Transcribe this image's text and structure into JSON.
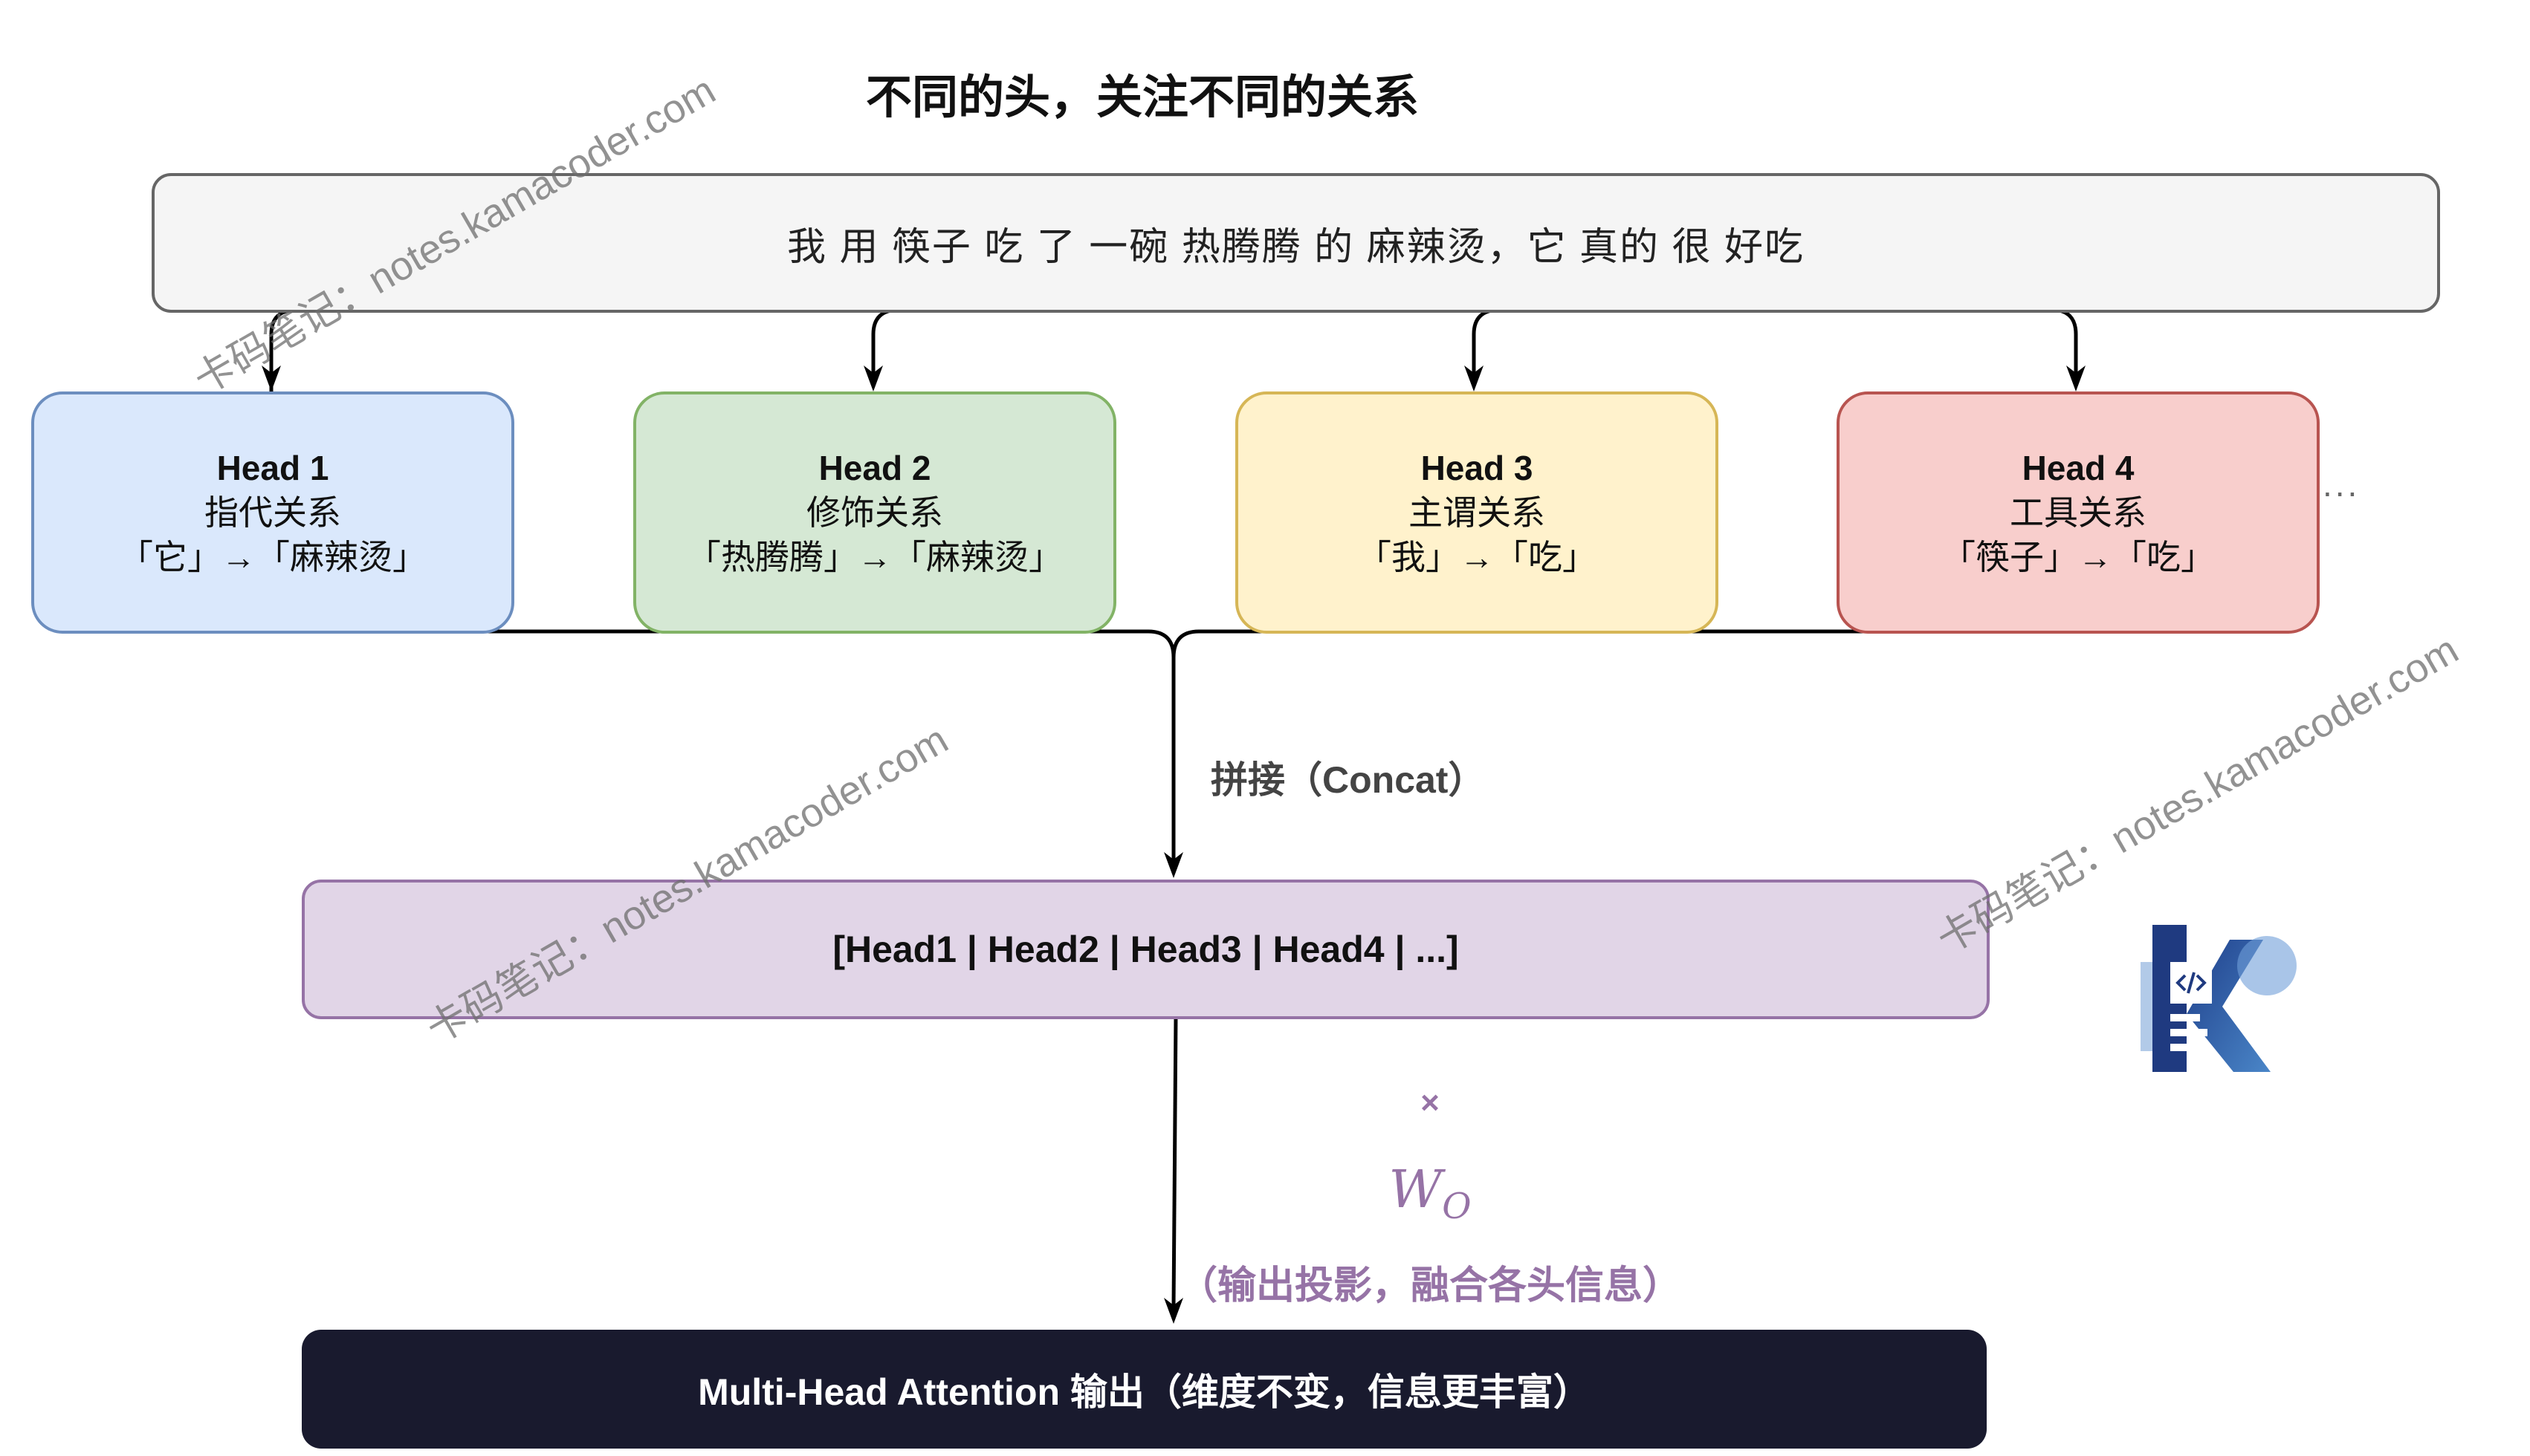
{
  "title": "不同的头，关注不同的关系",
  "sentence": "我 用 筷子 吃 了 一碗 热腾腾 的 麻辣烫，它 真的 很 好吃",
  "heads": [
    {
      "name": "Head 1",
      "relation": "指代关系",
      "example": "「它」→「麻辣烫」"
    },
    {
      "name": "Head 2",
      "relation": "修饰关系",
      "example": "「热腾腾」→「麻辣烫」"
    },
    {
      "name": "Head 3",
      "relation": "主谓关系",
      "example": "「我」→「吃」"
    },
    {
      "name": "Head 4",
      "relation": "工具关系",
      "example": "「筷子」→「吃」"
    }
  ],
  "more_heads": "...",
  "concat_label": "拼接（Concat）",
  "concat_box": "[Head1 | Head2 | Head3 | Head4 | ...]",
  "projection": {
    "times": "×",
    "weight": "W",
    "weight_sub": "O",
    "caption": "（输出投影，融合各头信息）"
  },
  "output": "Multi-Head Attention 输出（维度不变，信息更丰富）",
  "watermark": "卡码笔记：notes.kamacoder.com",
  "colors": {
    "head1": "#dae8fc",
    "head2": "#d5e8d4",
    "head3": "#fff2cc",
    "head4": "#f8cecc",
    "concat": "#e1d5e7",
    "output": "#191a2e",
    "accent": "#9673a6"
  }
}
